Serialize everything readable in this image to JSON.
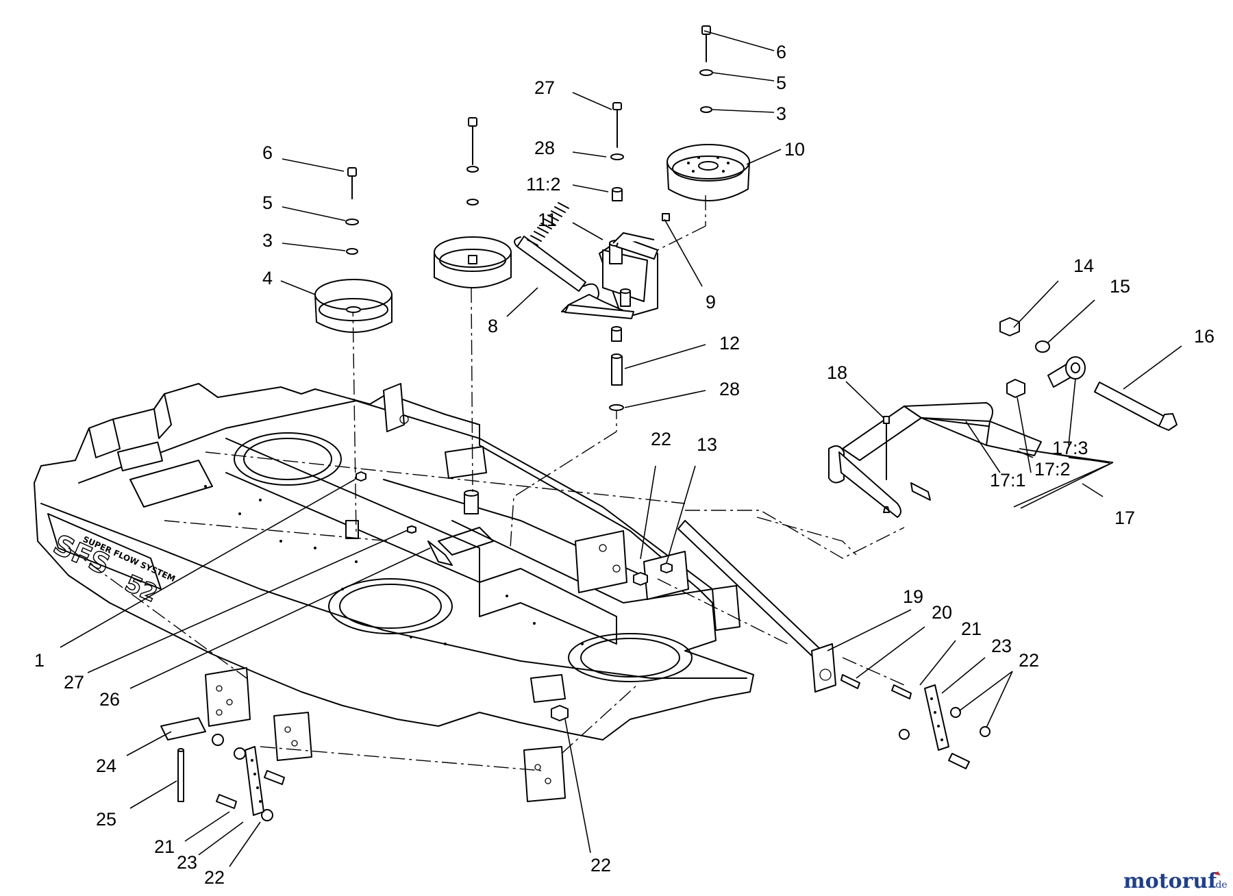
{
  "callouts": [
    {
      "id": "c6a",
      "text": "6"
    },
    {
      "id": "c5a",
      "text": "5"
    },
    {
      "id": "c3a",
      "text": "3"
    },
    {
      "id": "c10",
      "text": "10"
    },
    {
      "id": "c27a",
      "text": "27"
    },
    {
      "id": "c28a",
      "text": "28"
    },
    {
      "id": "c11_2",
      "text": "11:2"
    },
    {
      "id": "c11",
      "text": "11"
    },
    {
      "id": "c9",
      "text": "9"
    },
    {
      "id": "c8",
      "text": "8"
    },
    {
      "id": "c6b",
      "text": "6"
    },
    {
      "id": "c5b",
      "text": "5"
    },
    {
      "id": "c3b",
      "text": "3"
    },
    {
      "id": "c4",
      "text": "4"
    },
    {
      "id": "c12",
      "text": "12"
    },
    {
      "id": "c28b",
      "text": "28"
    },
    {
      "id": "c14",
      "text": "14"
    },
    {
      "id": "c15",
      "text": "15"
    },
    {
      "id": "c16",
      "text": "16"
    },
    {
      "id": "c18",
      "text": "18"
    },
    {
      "id": "c22a",
      "text": "22"
    },
    {
      "id": "c13",
      "text": "13"
    },
    {
      "id": "c17_3",
      "text": "17:3"
    },
    {
      "id": "c17_1",
      "text": "17:1"
    },
    {
      "id": "c17_2",
      "text": "17:2"
    },
    {
      "id": "c17",
      "text": "17"
    },
    {
      "id": "c19",
      "text": "19"
    },
    {
      "id": "c20",
      "text": "20"
    },
    {
      "id": "c21a",
      "text": "21"
    },
    {
      "id": "c23a",
      "text": "23"
    },
    {
      "id": "c22b",
      "text": "22"
    },
    {
      "id": "c1",
      "text": "1"
    },
    {
      "id": "c27b",
      "text": "27"
    },
    {
      "id": "c26",
      "text": "26"
    },
    {
      "id": "c24",
      "text": "24"
    },
    {
      "id": "c25",
      "text": "25"
    },
    {
      "id": "c21b",
      "text": "21"
    },
    {
      "id": "c23b",
      "text": "23"
    },
    {
      "id": "c22c",
      "text": "22"
    },
    {
      "id": "c22d",
      "text": "22"
    }
  ],
  "deck_markings": {
    "brand_line": "SUPER FLOW SYSTEM",
    "letters": "SFS",
    "size": "52"
  },
  "watermark": {
    "brand": "motoruf",
    "suffix": ".de"
  },
  "colors": {
    "ink": "#000000",
    "background": "#ffffff",
    "logo_blue": "#1f3f8a",
    "logo_red": "#c0282d",
    "logo_green": "#5a9a3a"
  }
}
